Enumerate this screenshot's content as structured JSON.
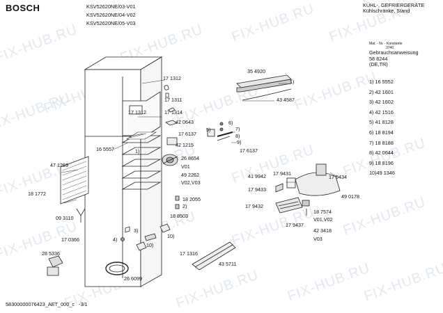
{
  "header": {
    "brand": "BOSCH",
    "models": [
      "KSV52620NE/03-V01",
      "KSV52620NE/04-V02",
      "KSV52620NE/05-V03"
    ],
    "category": "KÜHL-, GEFRIERGERÄTE",
    "subcategory": "Kühlschränke, Stand"
  },
  "side_panel": {
    "mat_line": "Mat. - Nr. - Konstante",
    "mat_value": "3740",
    "manual_title": "Gebrauchsanweisung",
    "manual_number": "58 8244",
    "manual_lang": "(DE,TR)",
    "parts_list": [
      "1) 16 5552",
      "2) 42 1601",
      "3) 42 1602",
      "4) 42 1516",
      "5) 41 8128",
      "6) 18 8194",
      "7) 18 8188",
      "8) 42 0644",
      "9) 18 8196",
      "10)49 1346"
    ]
  },
  "callouts": {
    "c171312a": "17 1312",
    "c171311": "17 1311",
    "c171312b": "17 1312",
    "c171314": "17 1314",
    "c420643": "42 0643",
    "c176137a": "17 6137",
    "c421215": "42 1215",
    "c165557": "16 5557",
    "c1": "1)",
    "c268654": "26 8654",
    "cV01": "V01",
    "c492262": "49 2262",
    "cV02V03": "V02,V03",
    "c471269": "47 1269",
    "c181772": "18 1772",
    "c093110": "09 3110",
    "c182055": "18 2055",
    "c2": "2)",
    "c188503": "18 8503",
    "c3": "3)",
    "c4": "4)",
    "c10a": "10)",
    "c10b": "10)",
    "c170366": "17 0366",
    "c285336": "28 5336",
    "c266099": "26 6099",
    "c171316": "17 1316",
    "c435711": "43 5711",
    "c354920": "35 4920",
    "c1b": "1)",
    "c434587": "43 4587",
    "c5": "5)",
    "c6": "6)",
    "c7": "7)",
    "c8": "8)",
    "c9": "9)",
    "c176137b": "17 6137",
    "c419942": "41 9942",
    "c179431": "17 9431",
    "c179434": "17 9434",
    "c179433": "17 9433",
    "c490178": "49 0178",
    "c179432": "17 9432",
    "c187574": "18 7574",
    "cV01V02": "V01,V02",
    "c179437": "17 9437",
    "c423418": "42 3418",
    "cV03": "V03"
  },
  "footer": {
    "doc_id": "58300000076423_AET_000_c",
    "page": "-3/1"
  },
  "watermark": "FIX-HUB.RU"
}
